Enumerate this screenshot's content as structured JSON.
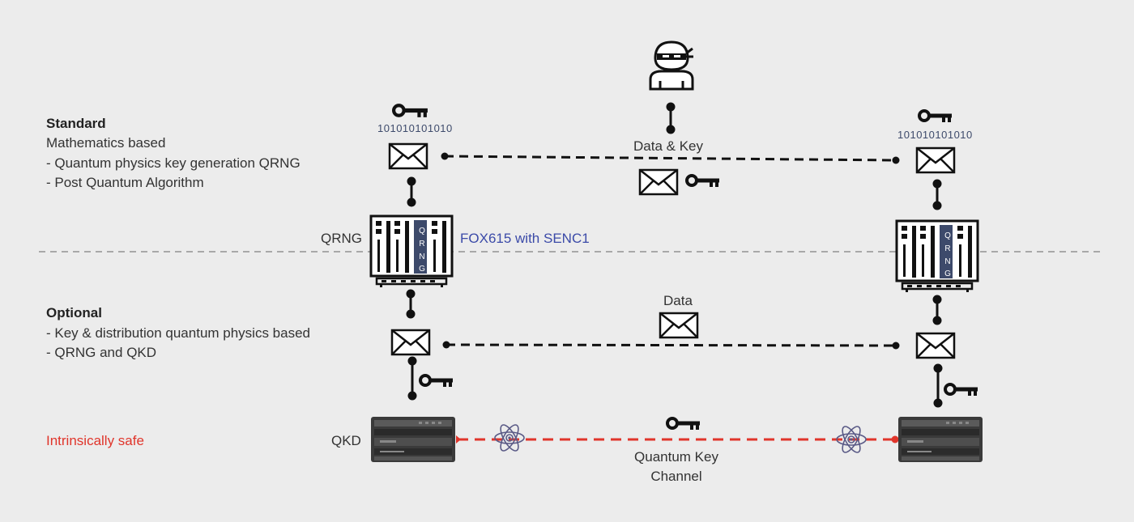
{
  "standard": {
    "heading": "Standard",
    "lines": [
      "Mathematics based",
      "- Quantum physics key generation QRNG",
      "- Post Quantum Algorithm"
    ]
  },
  "optional": {
    "heading": "Optional",
    "lines": [
      "- Key & distribution quantum physics based",
      "- QRNG and QKD"
    ]
  },
  "intrinsic": {
    "label": "Intrinsically safe",
    "color": "#e0352b"
  },
  "binary_left": "101010101010",
  "binary_right": "101010101010",
  "labels": {
    "qrng": "QRNG",
    "fox": "FOX615 with SENC1",
    "qkd": "QKD",
    "data_key": "Data & Key",
    "data": "Data",
    "qkc_line1": "Quantum Key",
    "qkc_line2": "Channel"
  },
  "rack_module_letters": [
    "Q",
    "R",
    "N",
    "G"
  ],
  "colors": {
    "fox_label": "#3b4aa8",
    "quantum_channel": "#e0352b",
    "link": "#111111",
    "divider": "#a8a8a8",
    "module_highlight": "#3d4a6b"
  },
  "icons": [
    "key-icon",
    "envelope-icon",
    "hacker-icon",
    "atom-icon",
    "qrng-rack-icon",
    "qkd-device-icon"
  ]
}
